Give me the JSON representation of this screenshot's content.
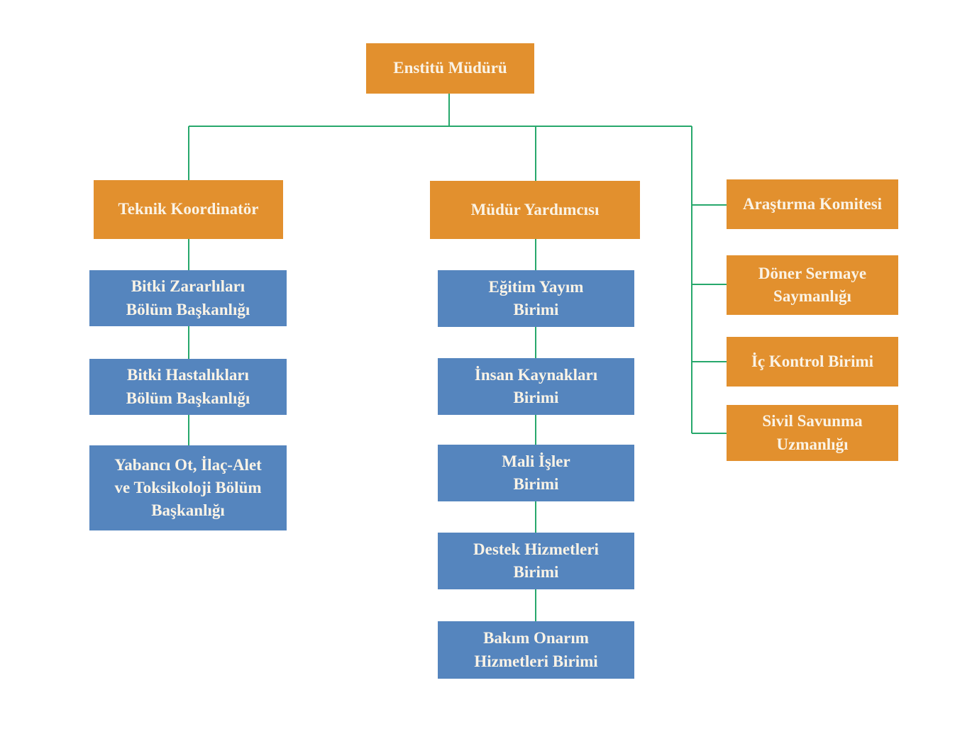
{
  "colors": {
    "orange": "#E2902E",
    "blue": "#5585BE",
    "connector": "#27A86C",
    "label_text": "#FAF3E6",
    "background": "#FFFFFF"
  },
  "org": {
    "root": "Enstitü Müdürü",
    "left": {
      "head": "Teknik Koordinatör",
      "children": [
        "Bitki Zararlıları\nBölüm Başkanlığı",
        "Bitki Hastalıkları\nBölüm Başkanlığı",
        "Yabancı Ot, İlaç-Alet\nve Toksikoloji Bölüm\nBaşkanlığı"
      ]
    },
    "middle": {
      "head": "Müdür Yardımcısı",
      "children": [
        "Eğitim Yayım\nBirimi",
        "İnsan Kaynakları\nBirimi",
        "Mali İşler\nBirimi",
        "Destek Hizmetleri\nBirimi",
        "Bakım Onarım\nHizmetleri Birimi"
      ]
    },
    "right": {
      "children": [
        "Araştırma Komitesi",
        "Döner Sermaye\nSaymanlığı",
        "İç Kontrol Birimi",
        "Sivil Savunma\nUzmanlığı"
      ]
    }
  }
}
